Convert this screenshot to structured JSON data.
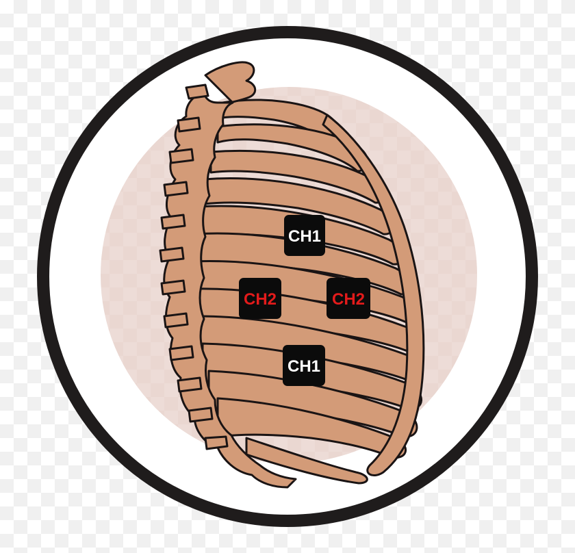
{
  "colors": {
    "ring": "#1f1c1c",
    "badge_bg": "#ead7d1",
    "bone": "#d39b78",
    "bone_outline": "#1a1414",
    "pad_bg": "#0b0b0b",
    "ch1_text": "#ffffff",
    "ch2_text": "#e21b1b"
  },
  "electrodes": [
    {
      "label": "CH1",
      "channel": "ch1"
    },
    {
      "label": "CH2",
      "channel": "ch2"
    },
    {
      "label": "CH2",
      "channel": "ch2"
    },
    {
      "label": "CH1",
      "channel": "ch1"
    }
  ]
}
